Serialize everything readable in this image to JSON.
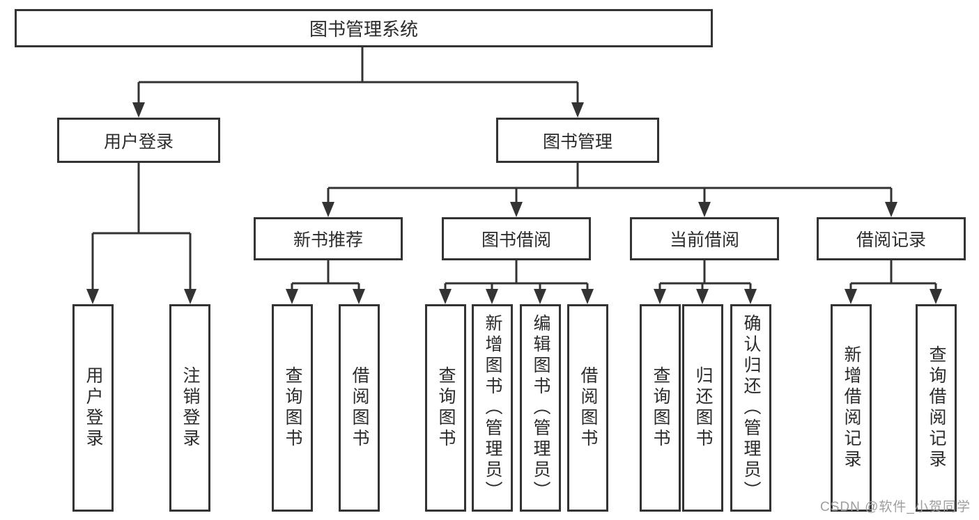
{
  "diagram": {
    "root": {
      "label": "图书管理系统"
    },
    "level2": {
      "user_login": {
        "label": "用户登录"
      },
      "book_mgmt": {
        "label": "图书管理"
      }
    },
    "level3": {
      "new_books": {
        "label": "新书推荐"
      },
      "book_borrow": {
        "label": "图书借阅"
      },
      "current_borrow": {
        "label": "当前借阅"
      },
      "borrow_records": {
        "label": "借阅记录"
      }
    },
    "leaves": {
      "user_login": [
        "用户登录",
        "注销登录"
      ],
      "new_books": [
        "查询图书",
        "借阅图书"
      ],
      "book_borrow": [
        "查询图书",
        "新增图书（管理员）",
        "编辑图书（管理员）",
        "借阅图书"
      ],
      "current_borrow": [
        "查询图书",
        "归还图书",
        "确认归还（管理员）"
      ],
      "borrow_records": [
        "新增借阅记录",
        "查询借阅记录"
      ]
    },
    "watermark": "CSDN @软件_小贺同学",
    "colors": {
      "line": "#333333",
      "box_border": "#333333",
      "text": "#2b2b2b",
      "watermark": "#9e9e9e",
      "background": "#ffffff"
    }
  }
}
